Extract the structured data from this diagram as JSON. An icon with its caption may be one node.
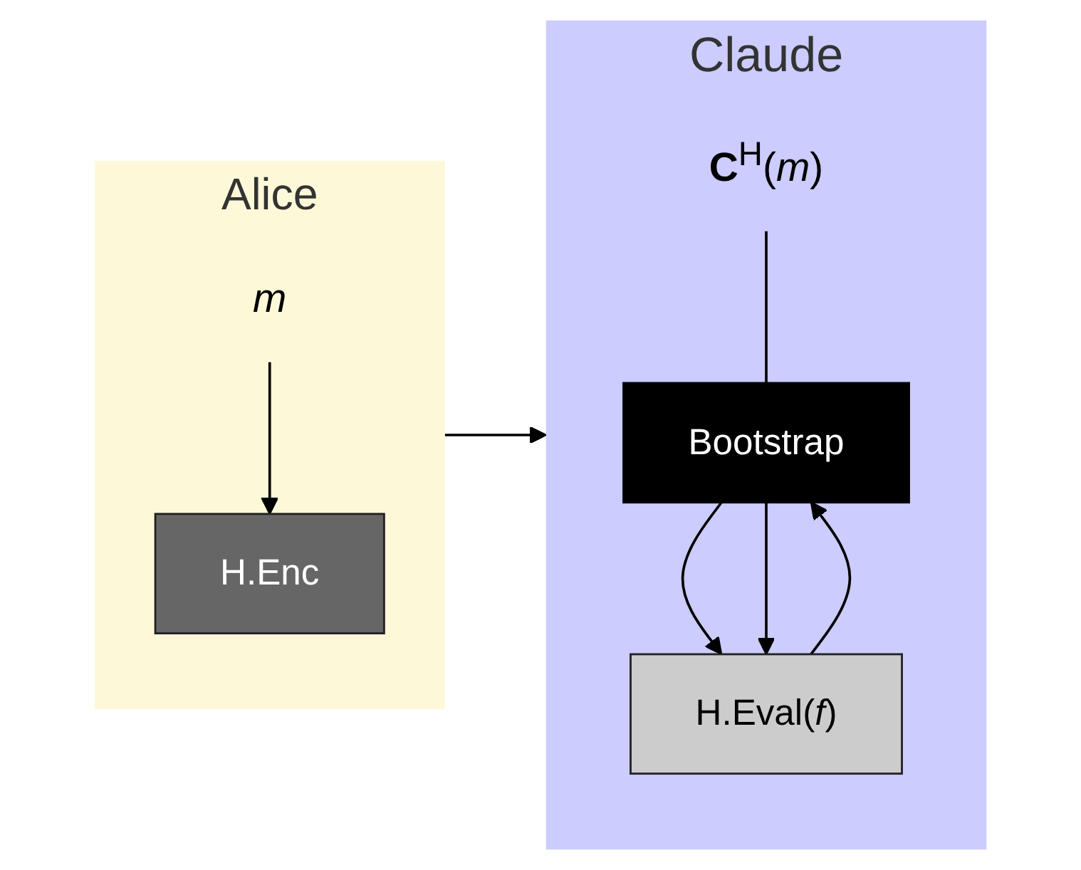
{
  "diagram": {
    "nodes": [
      {
        "text": [
          "Alice"
        ]
      },
      {
        "text": [
          "m"
        ],
        "in": 0
      },
      {
        "text": [
          "H.Enc"
        ],
        "in": 0
      },
      {
        "text": [
          "Claude"
        ]
      },
      {
        "text": [
          "**C**$^{H}$(*m*)"
        ],
        "in": 3
      },
      {
        "text": [
          "Bootstrap"
        ],
        "in": 3
      },
      {
        "text": [
          "H.Eval(*f*)"
        ],
        "in": 3
      }
    ],
    "edges": [
      {
        "from": 1,
        "to": 2,
        "arrow": "to"
      },
      {
        "from": 0,
        "to": 3,
        "arrow": "to"
      },
      {
        "from": 4,
        "to": 5,
        "arrow": "none"
      },
      {
        "from": 5,
        "to": 6,
        "arrow": "to"
      },
      {
        "from": 6,
        "to": 5,
        "arrow": "to"
      },
      {
        "from": 5,
        "to": 6,
        "arrow": "to"
      }
    ]
  }
}
